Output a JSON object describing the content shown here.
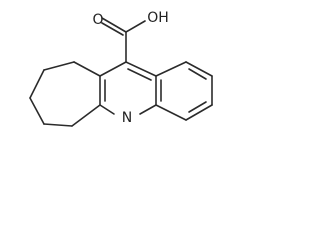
{
  "structure": {
    "labels": {
      "carbonyl_oxygen": "O",
      "hydroxyl": "OH",
      "ring_nitrogen": "N"
    }
  }
}
